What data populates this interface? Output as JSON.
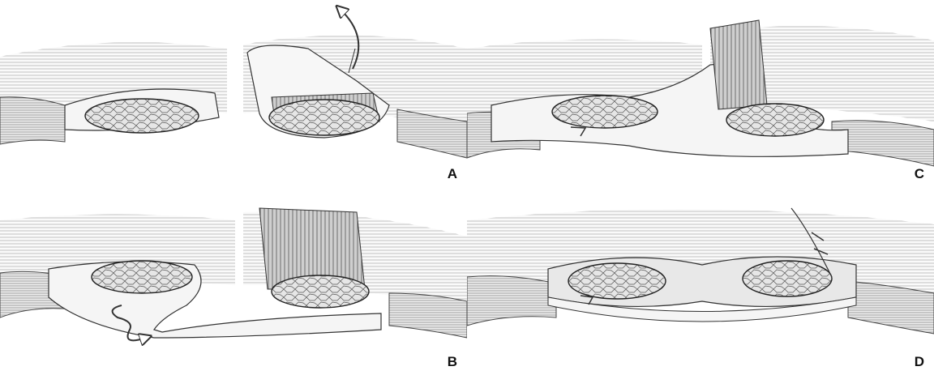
{
  "panels": [
    {
      "id": "A",
      "label": "A"
    },
    {
      "id": "B",
      "label": "B"
    },
    {
      "id": "C",
      "label": "C"
    },
    {
      "id": "D",
      "label": "D"
    }
  ],
  "colors": {
    "stroke": "#3a3a3a",
    "hatch": "#8a8a8a",
    "fill": "#dcdcdc",
    "light": "#f2f2f2",
    "paper": "#ffffff"
  }
}
